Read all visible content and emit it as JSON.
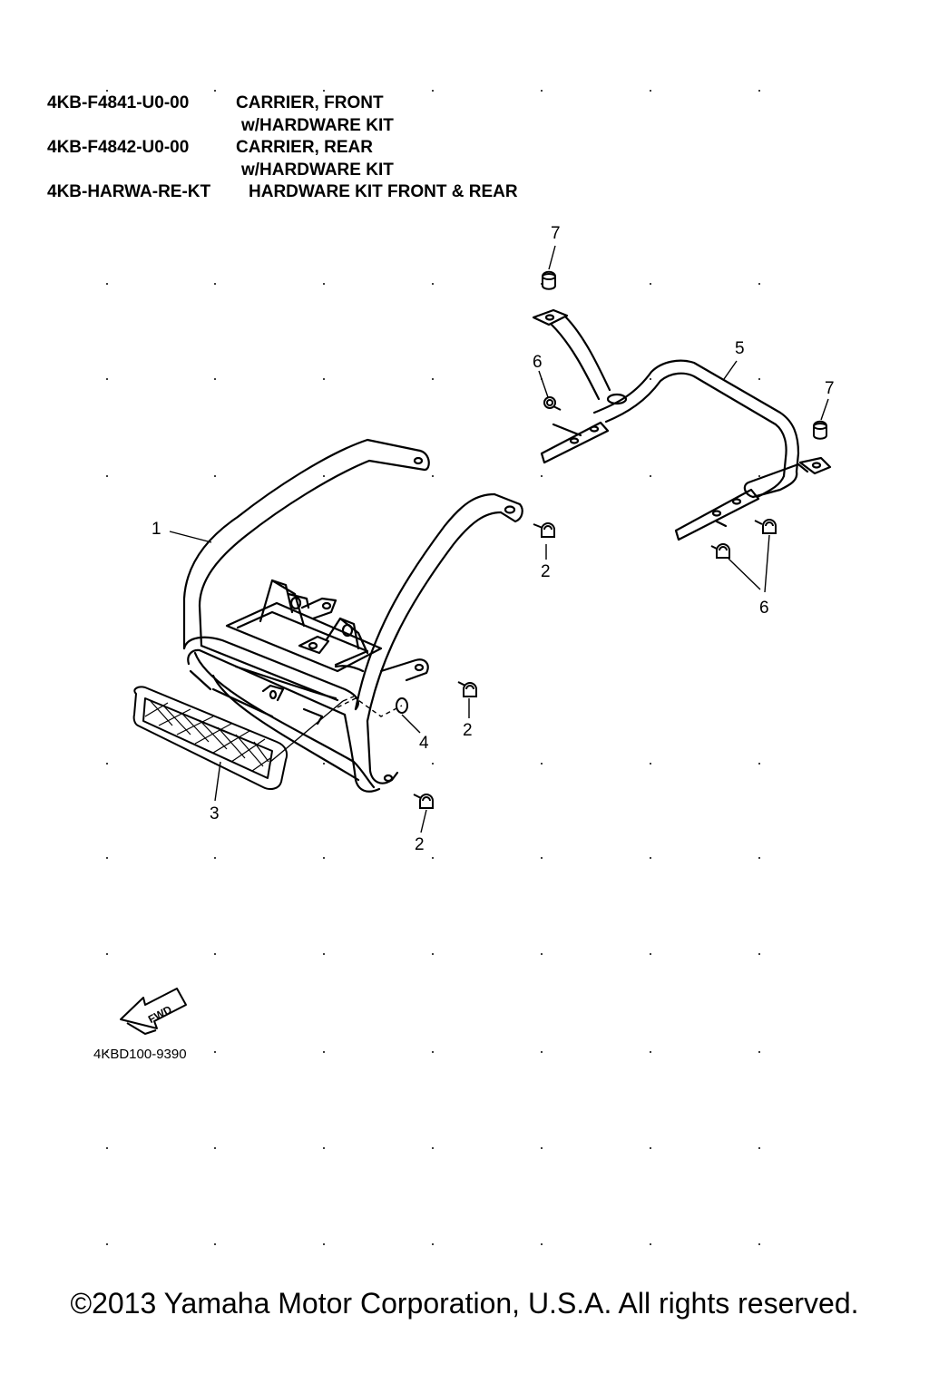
{
  "parts_list": [
    {
      "number": "4KB-F4841-U0-00",
      "description": "CARRIER, FRONT"
    },
    {
      "number": "",
      "description": "w/HARDWARE KIT"
    },
    {
      "number": "4KB-F4842-U0-00",
      "description": "CARRIER, REAR"
    },
    {
      "number": "",
      "description": "w/HARDWARE KIT"
    },
    {
      "number": "4KB-HARWA-RE-KT",
      "description": "HARDWARE KIT FRONT & REAR"
    }
  ],
  "callouts": {
    "c1": "1",
    "c2a": "2",
    "c2b": "2",
    "c2c": "2",
    "c3": "3",
    "c4": "4",
    "c5": "5",
    "c6a": "6",
    "c6b": "6",
    "c7a": "7",
    "c7b": "7"
  },
  "fwd_label": "FWD",
  "diagram_code": "4KBD100-9390",
  "copyright": "©2013 Yamaha Motor Corporation, U.S.A. All rights reserved."
}
